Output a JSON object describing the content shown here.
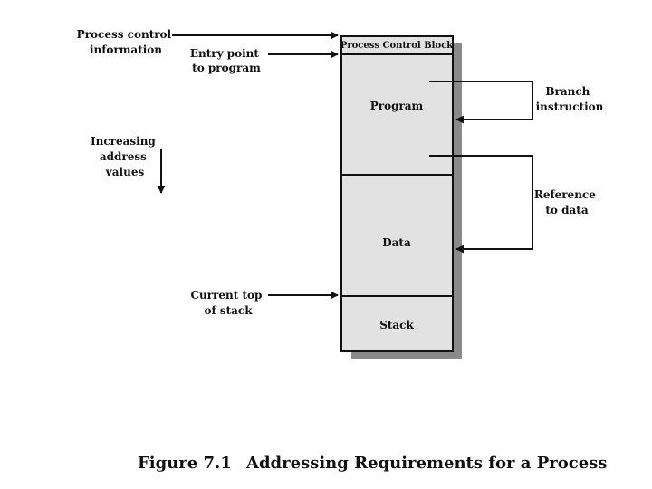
{
  "blocks": {
    "pcb": "Process Control Block",
    "program": "Program",
    "data": "Data",
    "stack": "Stack"
  },
  "labels": {
    "process_control": [
      "Process control",
      "information"
    ],
    "entry_point": [
      "Entry point",
      "to program"
    ],
    "increasing": [
      "Increasing",
      "address",
      "values"
    ],
    "current_top": [
      "Current top",
      "of stack"
    ],
    "branch": [
      "Branch",
      "instruction"
    ],
    "reference": [
      "Reference",
      "to data"
    ]
  },
  "caption": {
    "number": "Figure 7.1",
    "title": "Addressing Requirements for a Process"
  },
  "colors": {
    "block_fill": "#e2e2e2",
    "shadow": "#8a8a8a",
    "line": "#111111"
  }
}
